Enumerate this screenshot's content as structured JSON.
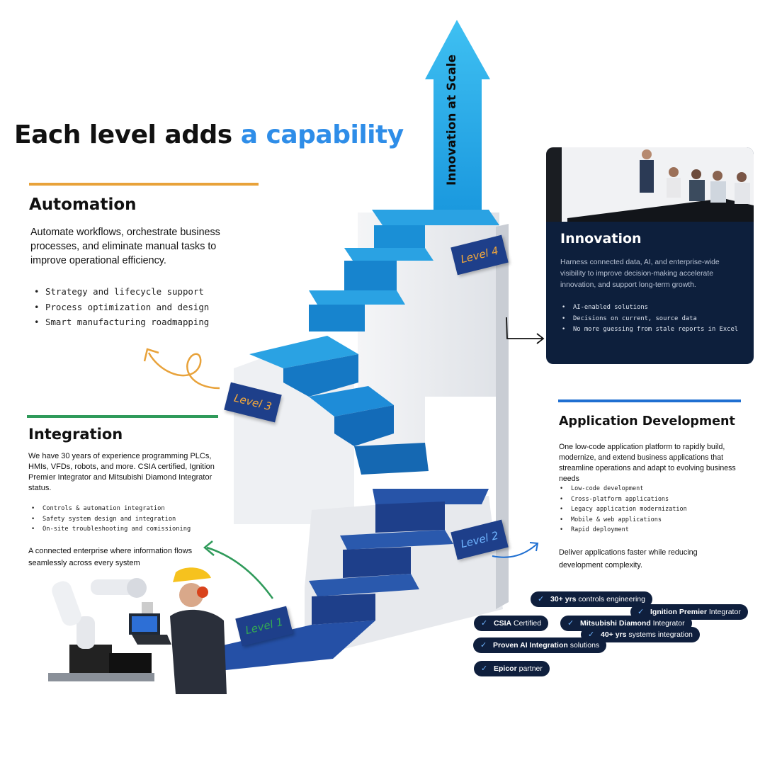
{
  "header": {
    "title_main": "Each level adds ",
    "title_accent": "a capability"
  },
  "arrow": {
    "label": "Innovation at Scale"
  },
  "automation": {
    "heading": "Automation",
    "description": "Automate workflows, orchestrate business processes, and eliminate manual tasks to improve operational efficiency.",
    "bullets": [
      "Strategy and lifecycle support",
      "Process optimization and design",
      "Smart manufacturing roadmapping"
    ]
  },
  "integration": {
    "heading": "Integration",
    "description": "We have 30 years of experience programming PLCs, HMIs, VFDs, robots, and more. CSIA certified, Ignition Premier Integrator and Mitsubishi Diamond Integrator status.",
    "bullets": [
      "Controls & automation integration",
      "Safety system design and integration",
      "On-site troubleshooting and comissioning"
    ],
    "footer": "A connected enterprise where information flows seamlessly across every system"
  },
  "innovation": {
    "heading": "Innovation",
    "description": "Harness connected data, AI, and enterprise-wide visibility to improve decision-making accelerate innovation, and support long-term growth.",
    "bullets": [
      "AI-enabled solutions",
      "Decisions on current, source data",
      "No more guessing from stale reports in Excel"
    ]
  },
  "appdev": {
    "heading": "Application Development",
    "description": "One low-code application platform to rapidly build, modernize, and extend business applications that streamline operations and adapt to evolving business needs",
    "bullets": [
      "Low-code development",
      "Cross-platform applications",
      "Legacy application modernization",
      "Mobile & web applications",
      "Rapid deployment"
    ],
    "footer": "Deliver applications faster while reducing development complexity."
  },
  "levels": [
    "Level 1",
    "Level 2",
    "Level 3",
    "Level 4"
  ],
  "badges": [
    {
      "bold": "30+ yrs",
      "rest": " controls engineering"
    },
    {
      "bold": "Ignition Premier",
      "rest": " Integrator"
    },
    {
      "bold": "CSIA",
      "rest": " Certified"
    },
    {
      "bold": "Mitsubishi Diamond",
      "rest": " Integrator"
    },
    {
      "bold": "40+ yrs",
      "rest": " systems integration"
    },
    {
      "bold": "Proven AI Integration",
      "rest": " solutions"
    },
    {
      "bold": "Epicor",
      "rest": " partner"
    }
  ],
  "colors": {
    "accent_blue": "#2e8de8",
    "automation_bar": "#e8a23a",
    "integration_bar": "#2f9a5a",
    "appdev_bar": "#1f6fd1",
    "dark_navy": "#0d1f3c",
    "level_tag": "#1e3f8a",
    "level_text": "#f5a93a"
  }
}
